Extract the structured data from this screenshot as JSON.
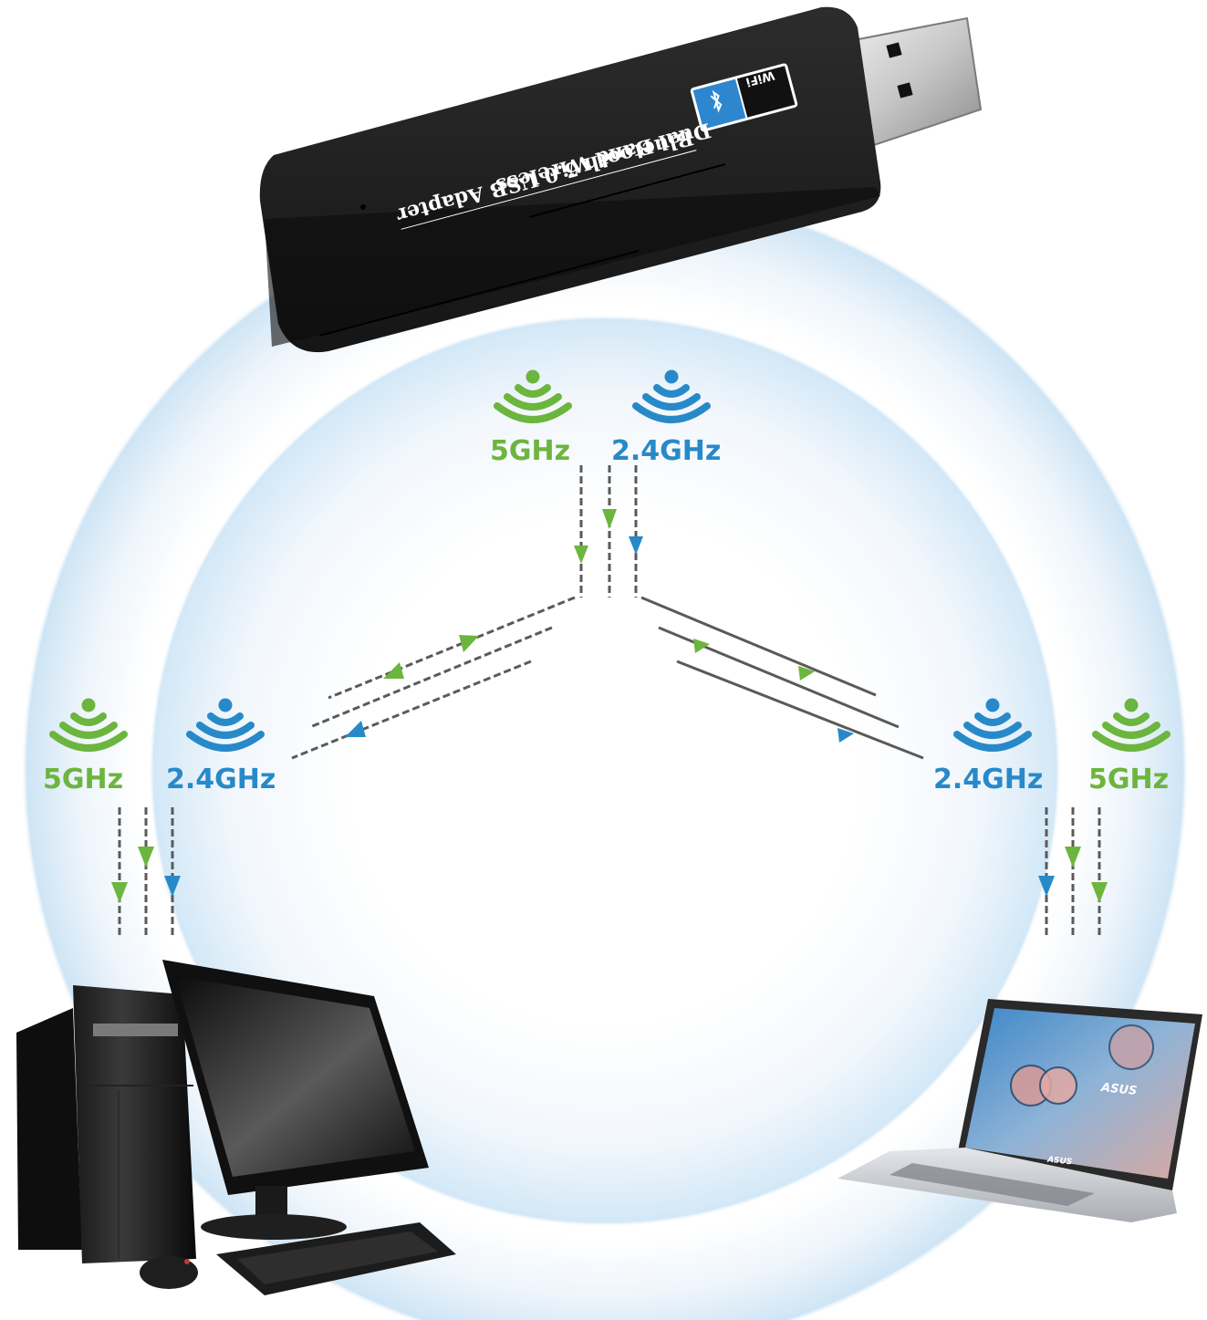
{
  "colors": {
    "band_5ghz": "#6cb53e",
    "band_24ghz": "#2889c9",
    "connector_line": "#5a5a5a",
    "ring_blue": "#cfe6f6",
    "background": "#ffffff"
  },
  "dongle": {
    "line1": "Dual Band Wireless",
    "line2": "Bluetooth 5.0 USB Adapter",
    "badge_wifi": "WiFi",
    "badge_bluetooth_icon": "bluetooth-icon"
  },
  "nodes": {
    "top": {
      "bands": [
        {
          "label": "5GHz",
          "icon": "wifi-signal-icon",
          "color": "green"
        },
        {
          "label": "2.4GHz",
          "icon": "wifi-signal-icon",
          "color": "blue"
        }
      ]
    },
    "left": {
      "device": "desktop-computer",
      "bands": [
        {
          "label": "5GHz",
          "icon": "wifi-signal-icon",
          "color": "green"
        },
        {
          "label": "2.4GHz",
          "icon": "wifi-signal-icon",
          "color": "blue"
        }
      ]
    },
    "right": {
      "device": "laptop",
      "brand_logo": "ASUS",
      "bands": [
        {
          "label": "2.4GHz",
          "icon": "wifi-signal-icon",
          "color": "blue"
        },
        {
          "label": "5GHz",
          "icon": "wifi-signal-icon",
          "color": "green"
        }
      ]
    }
  }
}
